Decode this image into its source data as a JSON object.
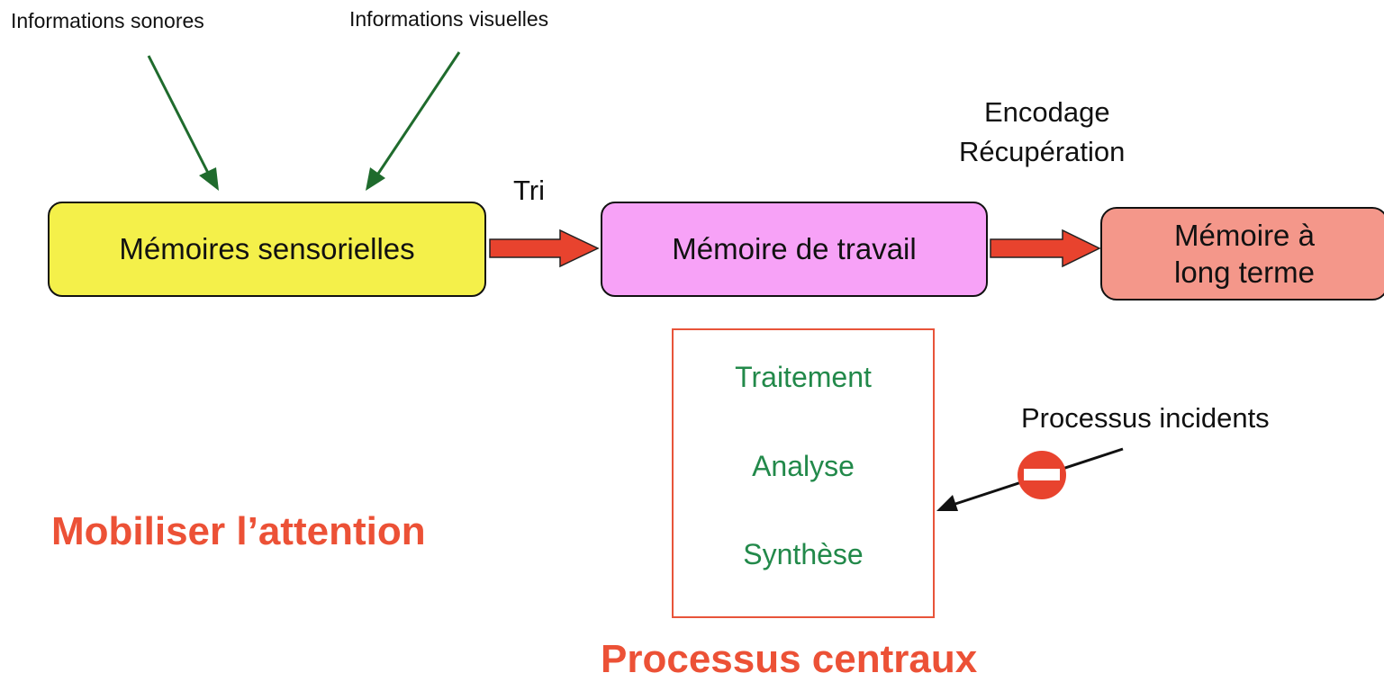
{
  "inputs": {
    "sound_label": "Informations sonores",
    "visual_label": "Informations visuelles"
  },
  "flow": {
    "tri_label": "Tri",
    "encoding_label": "Encodage",
    "retrieval_label": "Récupération"
  },
  "stores": {
    "sensory": "Mémoires sensorielles",
    "working": "Mémoire de travail",
    "long_term": "Mémoire à\nlong terme"
  },
  "central": {
    "items": [
      "Traitement",
      "Analyse",
      "Synthèse"
    ],
    "title": "Processus centraux"
  },
  "incidental": {
    "label": "Processus incidents",
    "blocker_icon": "no-entry-icon"
  },
  "attention": {
    "label": "Mobiliser l’attention"
  },
  "colors": {
    "sensory_fill": "#f4f04a",
    "working_fill": "#f7a2f7",
    "long_term_fill": "#f4978a",
    "flow_arrow": "#e8432e",
    "input_arrow": "#1f6b2d",
    "central_text": "#22894a",
    "headline": "#ec5136",
    "central_border": "#e8543a",
    "blocker": "#e8432e"
  }
}
